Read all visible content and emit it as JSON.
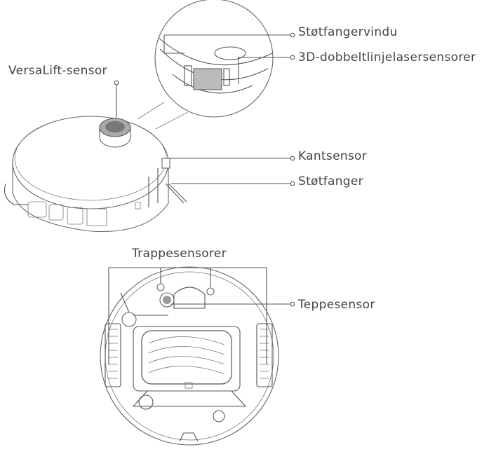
{
  "labels": {
    "bumper_window": "Støtfangervindu",
    "laser_sensors": "3D-dobbeltlinjelasersensorer",
    "versalift": "VersaLift-sensor",
    "edge_sensor": "Kantsensor",
    "bumper": "Støtfanger",
    "cliff_sensors": "Trappesensorer",
    "carpet_sensor": "Teppesensor"
  }
}
